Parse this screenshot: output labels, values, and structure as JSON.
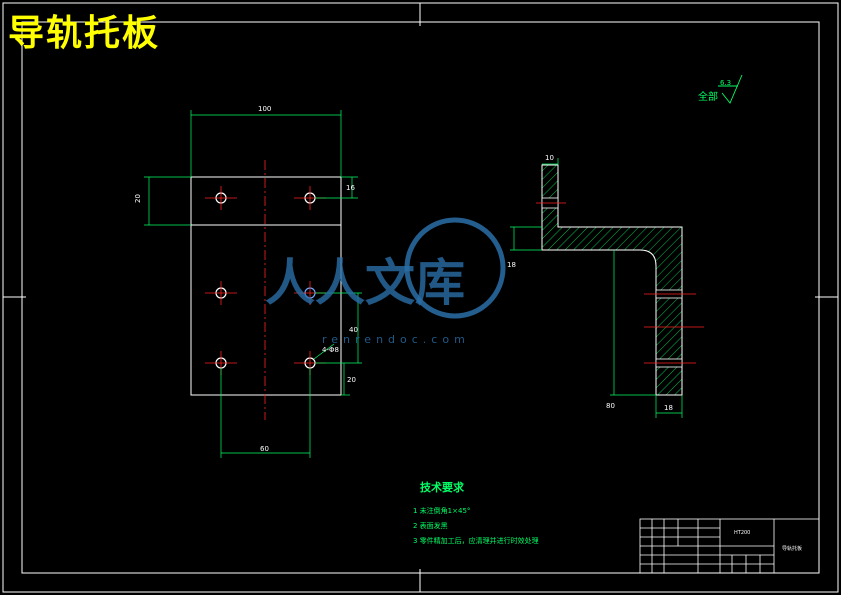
{
  "drawing": {
    "title": "导轨托板",
    "roughness": {
      "prefix": "全部",
      "value": "6.3"
    },
    "front_view": {
      "dim_top": "100",
      "dim_left": "20",
      "dim_right_top": "16",
      "dim_right_mid": "40",
      "dim_right_bottom": "20",
      "dim_bottom": "60",
      "hole_callout": "4-Φ8"
    },
    "side_view": {
      "dim_top": "10",
      "dim_left_mid": "18",
      "dim_left_bottom": "80",
      "dim_bottom": "18"
    },
    "tech_requirements": {
      "heading": "技术要求",
      "items": [
        "1 未注倒角1×45°",
        "2 表面发黑",
        "3 零件精加工后，应清理并进行时效处理"
      ]
    },
    "title_block": {
      "material": "HT200",
      "part_name": "导轨托板"
    },
    "watermark": {
      "text": "人人文库",
      "url": "renrendoc.com"
    }
  }
}
